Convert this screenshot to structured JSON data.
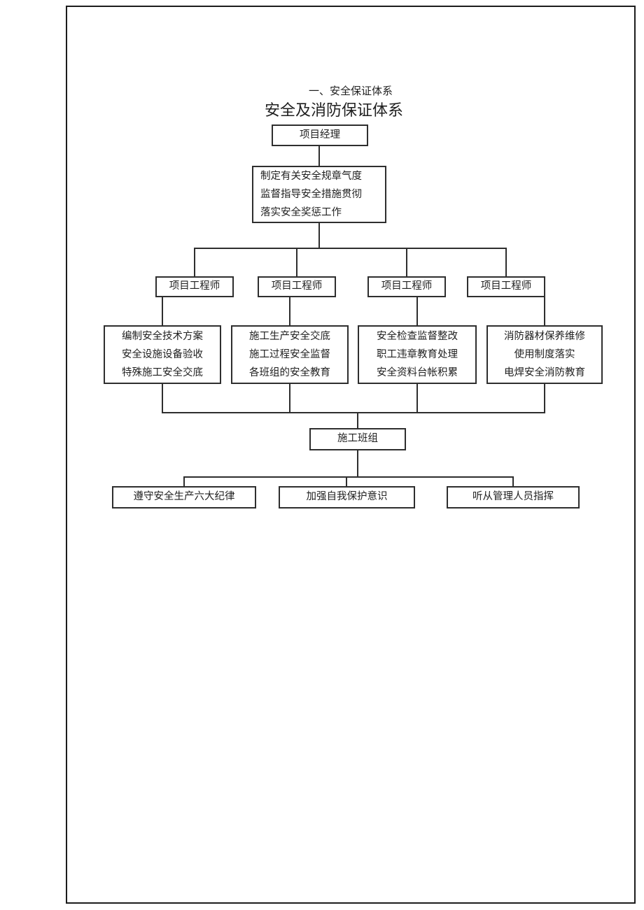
{
  "page": {
    "heading": "一、安全保证体系",
    "title": "安全及消防保证体系"
  },
  "colors": {
    "line": "#2e2e2e",
    "text": "#1f1f1f"
  },
  "diagram": {
    "root": "项目经理",
    "duties": [
      "制定有关安全规章气度",
      "监督指导安全措施贯彻",
      "落实安全奖惩工作"
    ],
    "engineers": [
      "项目工程师",
      "项目工程师",
      "项目工程师",
      "项目工程师"
    ],
    "tasks": [
      [
        "编制安全技术方案",
        "安全设施设备验收",
        "特殊施工安全交底"
      ],
      [
        "施工生产安全交底",
        "施工过程安全监督",
        "各班组的安全教育"
      ],
      [
        "安全检查监督整改",
        "职工违章教育处理",
        "安全资料台帐积累"
      ],
      [
        "消防器材保养维修",
        "使用制度落实",
        "电焊安全消防教育"
      ]
    ],
    "team": "施工班组",
    "rules": [
      "遵守安全生产六大纪律",
      "加强自我保护意识",
      "听从管理人员指挥"
    ]
  }
}
